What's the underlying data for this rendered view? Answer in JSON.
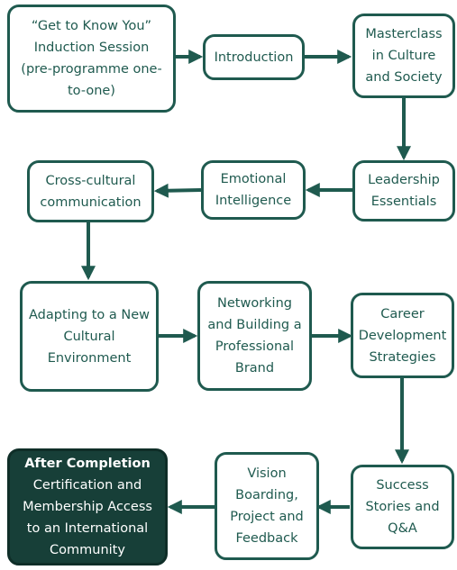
{
  "colors": {
    "accent": "#1f5a4f",
    "final_fill": "#173f38",
    "background": "#ffffff"
  },
  "steps": {
    "get_to_know": "“Get to Know You”\nInduction Session\n(pre-programme one-\nto-one)",
    "introduction": "Introduction",
    "masterclass": "Masterclass\nin Culture\nand Society",
    "leadership": "Leadership\nEssentials",
    "emotional": "Emotional\nIntelligence",
    "cross_cultural": "Cross-cultural\ncommunication",
    "adapting": "Adapting to a New\nCultural\nEnvironment",
    "networking": "Networking\nand Building a\nProfessional\nBrand",
    "career": "Career\nDevelopment\nStrategies",
    "success": "Success\nStories and\nQ&A",
    "vision": "Vision\nBoarding,\nProject and\nFeedback"
  },
  "final": {
    "title": "After Completion",
    "body": "Certification and\nMembership Access\nto an International\nCommunity"
  }
}
